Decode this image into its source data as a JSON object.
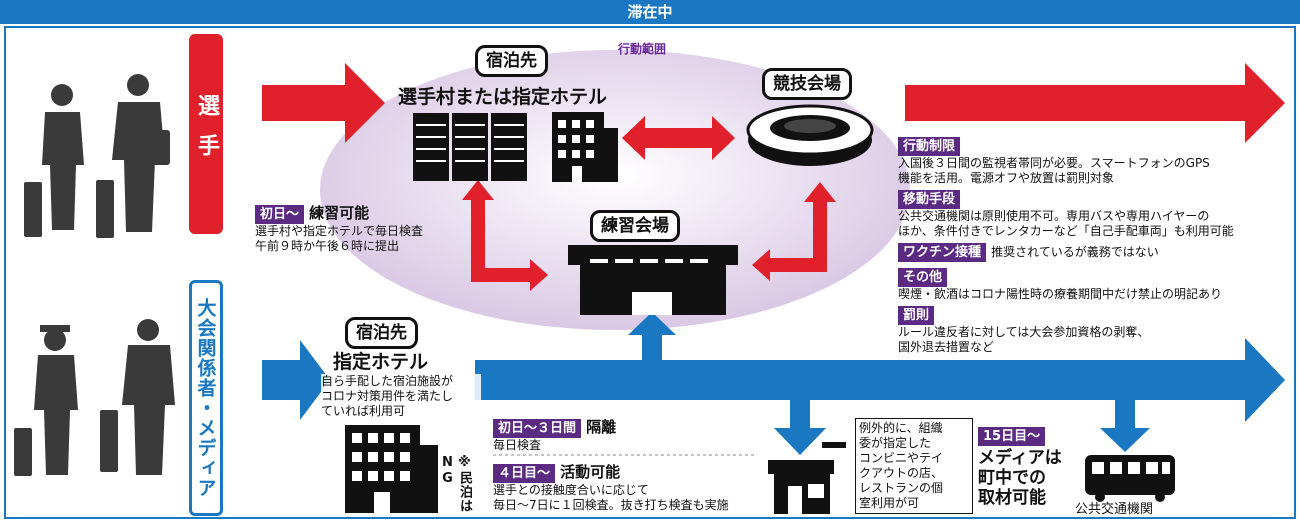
{
  "header": {
    "title": "滞在中"
  },
  "colors": {
    "athlete_red": "#e0202a",
    "staff_blue": "#1a78c2",
    "tag_purple": "#5b2b84",
    "zone_lavender": "#e6d8ee"
  },
  "athletes": {
    "label": "選手"
  },
  "staff": {
    "label": "大会関係者・メディア"
  },
  "zone": {
    "label": "行動範囲"
  },
  "lodging": {
    "badge": "宿泊先",
    "name": "選手村または指定ホテル"
  },
  "venue": {
    "badge": "競技会場"
  },
  "practice": {
    "badge": "練習会場"
  },
  "day1": {
    "tag": "初日〜",
    "title": "練習可能",
    "line1": "選手村や指定ホテルで毎日検査",
    "line2": "午前９時か午後６時に提出"
  },
  "rules": [
    {
      "tag": "行動制限",
      "inline": "",
      "lines": [
        "入国後３日間の監視者帯同が必要。スマートフォンのGPS",
        "機能を活用。電源オフや放置は罰則対象"
      ]
    },
    {
      "tag": "移動手段",
      "inline": "",
      "lines": [
        "公共交通機関は原則使用不可。専用バスや専用ハイヤーの",
        "ほか、条件付きでレンタカーなど「自己手配車両」も利用可能"
      ]
    },
    {
      "tag": "ワクチン接種",
      "inline": "推奨されているが義務ではない",
      "lines": []
    },
    {
      "tag": "その他",
      "inline": "",
      "lines": [
        "喫煙・飲酒はコロナ陽性時の療養期間中だけ禁止の明記あり"
      ]
    },
    {
      "tag": "罰則",
      "inline": "",
      "lines": [
        "ルール違反者に対しては大会参加資格の剥奪、",
        "国外退去措置など"
      ]
    }
  ],
  "staff_lodging": {
    "badge": "宿泊先",
    "name": "指定ホテル",
    "line1": "自ら手配した宿泊施設が",
    "line2": "コロナ対策用件を満たし",
    "line3": "ていれば利用可",
    "note": "※民泊はNG"
  },
  "isolation": {
    "tag": "初日〜３日間",
    "title": "隔離",
    "sub": "毎日検査"
  },
  "activity": {
    "tag": "４日目〜",
    "title": "活動可能",
    "line1": "選手との接触度合いに応じて",
    "line2": "毎日〜7日に１回検査。抜き打ち検査も実施"
  },
  "exception": {
    "lines": [
      "例外的に、組織",
      "委が指定した",
      "コンビニやテイ",
      "クアウトの店、",
      "レストランの個",
      "室利用が可"
    ]
  },
  "day15": {
    "tag": "15日目〜",
    "line1": "メディアは",
    "line2": "町中での",
    "line3": "取材可能"
  },
  "transit": {
    "label": "公共交通機関"
  }
}
